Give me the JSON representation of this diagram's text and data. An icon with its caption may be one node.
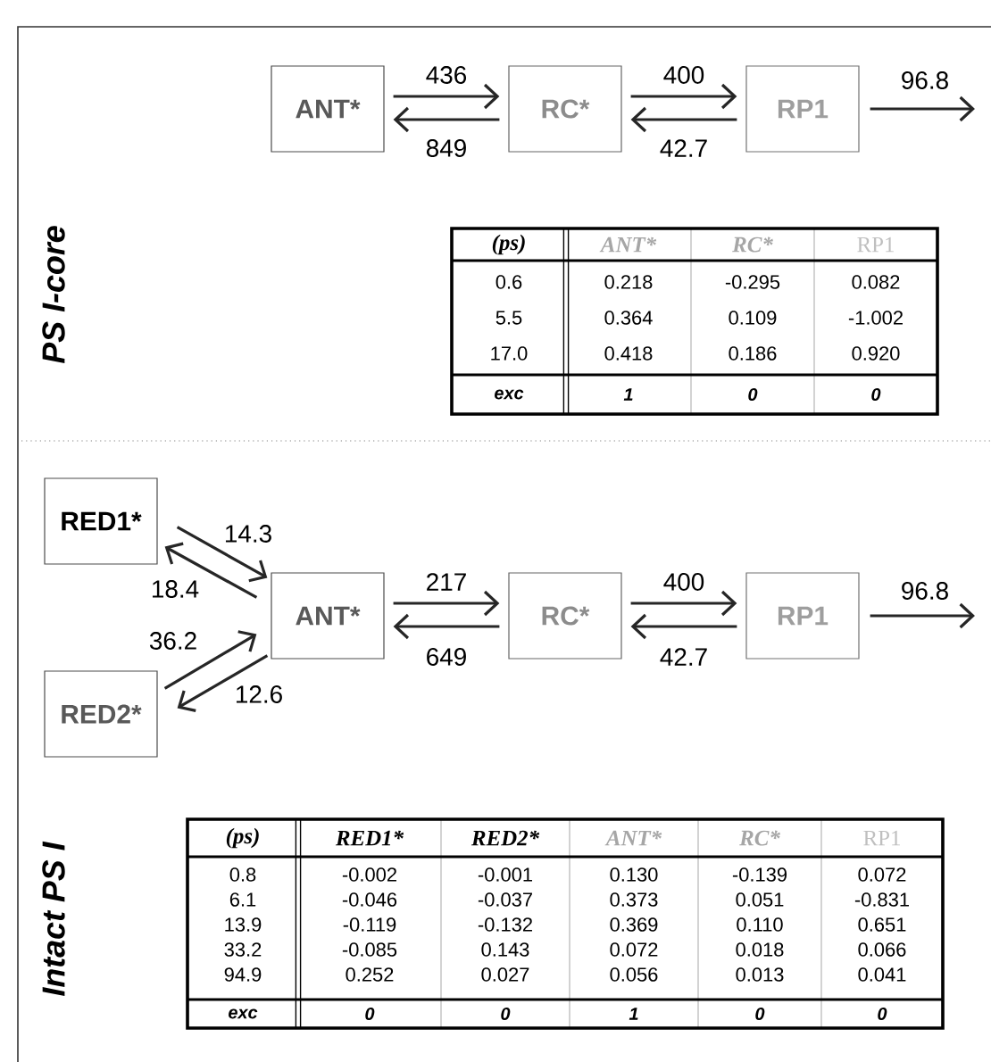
{
  "diagram": {
    "nodes": [
      {
        "text": [
          "ANT*"
        ]
      },
      {
        "text": [
          "RC*"
        ]
      },
      {
        "text": [
          "RP1"
        ]
      },
      {
        "text": [
          "RED1*"
        ]
      },
      {
        "text": [
          "RED2*"
        ]
      },
      {
        "text": [
          "ANT*"
        ]
      },
      {
        "text": [
          "RC*"
        ]
      },
      {
        "text": [
          "RP1"
        ]
      }
    ],
    "edges": [
      {
        "from": 0,
        "to": 1,
        "arrow": "to",
        "label": "436"
      },
      {
        "from": 1,
        "to": 0,
        "arrow": "to",
        "label": "849"
      },
      {
        "from": 1,
        "to": 2,
        "arrow": "to",
        "label": "400"
      },
      {
        "from": 2,
        "to": 1,
        "arrow": "to",
        "label": "42.7"
      },
      {
        "from": 2,
        "to": null,
        "arrow": "to",
        "label": "96.8"
      },
      {
        "from": 3,
        "to": 5,
        "arrow": "to",
        "label": "14.3"
      },
      {
        "from": 5,
        "to": 3,
        "arrow": "to",
        "label": "18.4"
      },
      {
        "from": 4,
        "to": 5,
        "arrow": "to",
        "label": "36.2"
      },
      {
        "from": 5,
        "to": 4,
        "arrow": "to",
        "label": "12.6"
      },
      {
        "from": 5,
        "to": 6,
        "arrow": "to",
        "label": "217"
      },
      {
        "from": 6,
        "to": 5,
        "arrow": "to",
        "label": "649"
      },
      {
        "from": 6,
        "to": 7,
        "arrow": "to",
        "label": "400"
      },
      {
        "from": 7,
        "to": 6,
        "arrow": "to",
        "label": "42.7"
      },
      {
        "from": 7,
        "to": null,
        "arrow": "to",
        "label": "96.8"
      }
    ],
    "labels": [
      "PS I-core",
      "(ps)",
      "ANT*",
      "RC*",
      "RP1",
      "0.6",
      "0.218",
      "-0.295",
      "0.082",
      "5.5",
      "0.364",
      "0.109",
      "-1.002",
      "17.0",
      "0.418",
      "0.186",
      "0.920",
      "exc",
      "1",
      "0",
      "0",
      "Intact PS I",
      "(ps)",
      "RED1*",
      "RED2*",
      "ANT*",
      "RC*",
      "RP1",
      "0.8",
      "-0.002",
      "-0.001",
      "0.130",
      "-0.139",
      "0.072",
      "6.1",
      "-0.046",
      "-0.037",
      "0.373",
      "0.051",
      "-0.831",
      "13.9",
      "-0.119",
      "-0.132",
      "0.369",
      "0.110",
      "0.651",
      "33.2",
      "-0.085",
      "0.143",
      "0.072",
      "0.018",
      "0.066",
      "94.9",
      "0.252",
      "0.027",
      "0.056",
      "0.013",
      "0.041",
      "exc",
      "0",
      "0",
      "1",
      "0",
      "0"
    ]
  }
}
